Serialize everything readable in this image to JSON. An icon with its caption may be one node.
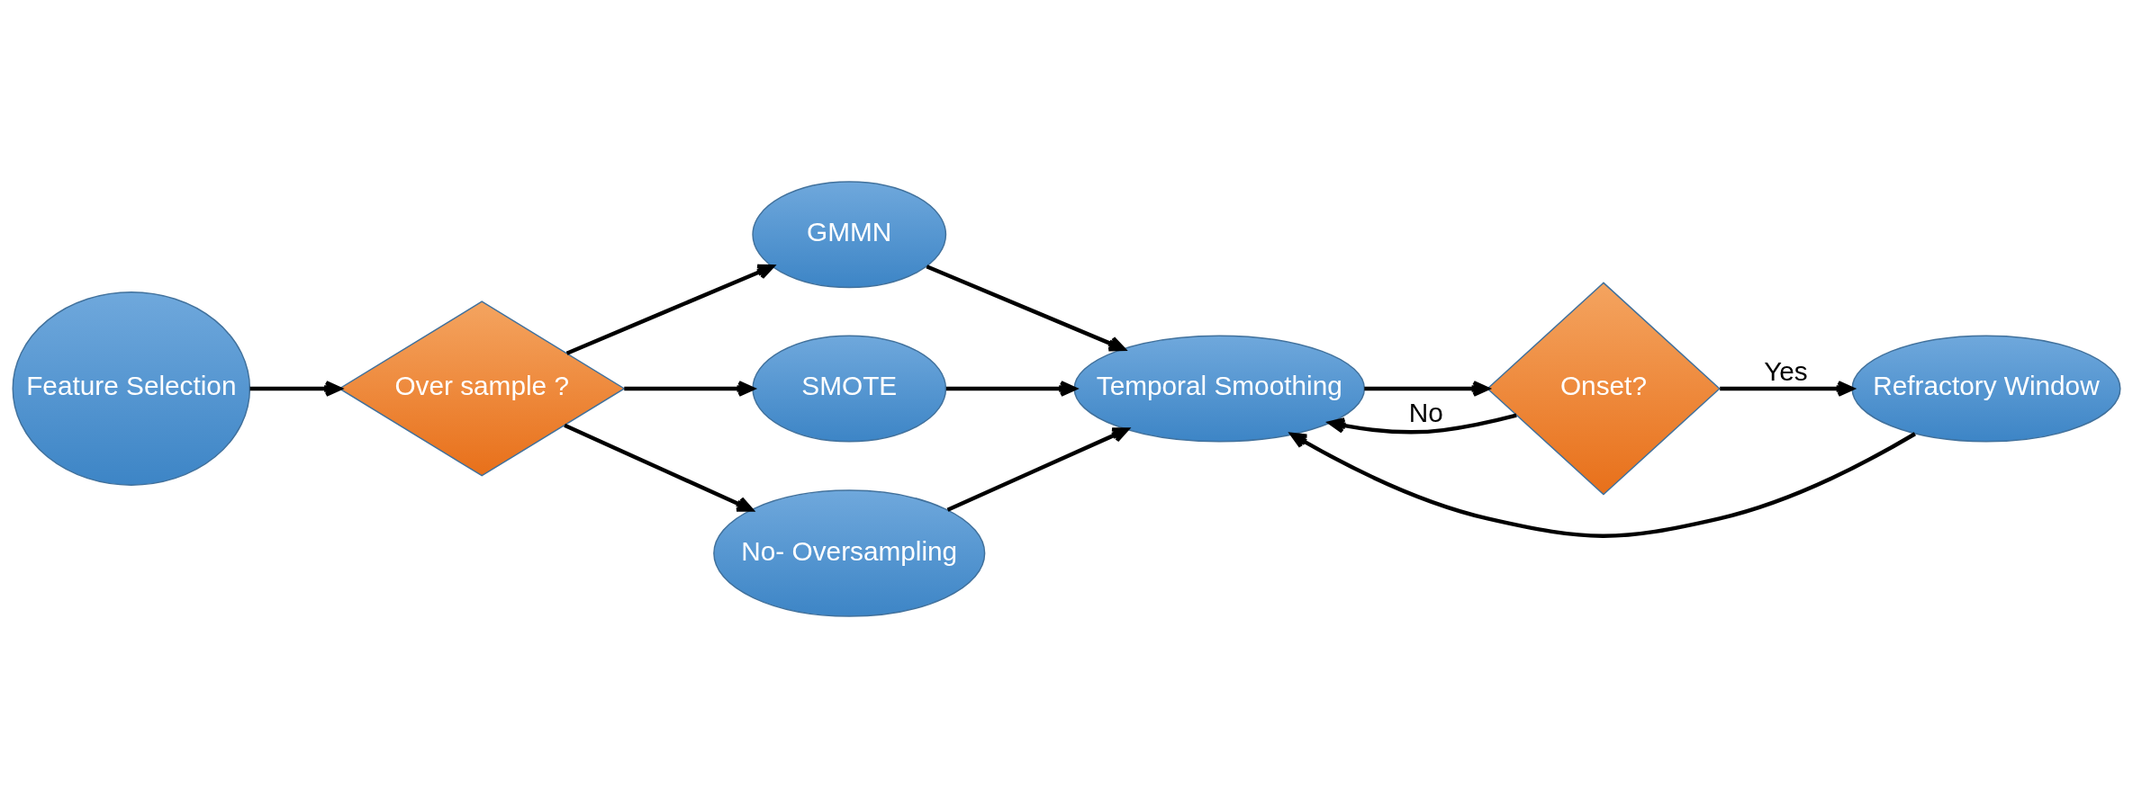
{
  "diagram": {
    "nodes": [
      {
        "text": [
          "Feature Selection"
        ]
      },
      {
        "text": [
          "Over sample ?"
        ]
      },
      {
        "text": [
          "GMMN"
        ]
      },
      {
        "text": [
          "SMOTE"
        ]
      },
      {
        "text": [
          "No- Oversampling"
        ]
      },
      {
        "text": [
          "Temporal Smoothing"
        ]
      },
      {
        "text": [
          "Onset?"
        ]
      },
      {
        "text": [
          "Refractory Window"
        ]
      }
    ],
    "edges": [
      {
        "from": 0,
        "to": 1,
        "arrow": "to"
      },
      {
        "from": 1,
        "to": 2,
        "arrow": "to"
      },
      {
        "from": 1,
        "to": 3,
        "arrow": "to"
      },
      {
        "from": 1,
        "to": 4,
        "arrow": "to"
      },
      {
        "from": 2,
        "to": 5,
        "arrow": "to"
      },
      {
        "from": 3,
        "to": 5,
        "arrow": "to"
      },
      {
        "from": 4,
        "to": 5,
        "arrow": "to"
      },
      {
        "from": 5,
        "to": 6,
        "arrow": "to"
      },
      {
        "from": 6,
        "to": 5,
        "label": "No",
        "arrow": "to"
      },
      {
        "from": 6,
        "to": 7,
        "label": "Yes",
        "arrow": "to"
      },
      {
        "from": 7,
        "to": 5,
        "arrow": "to"
      }
    ]
  }
}
